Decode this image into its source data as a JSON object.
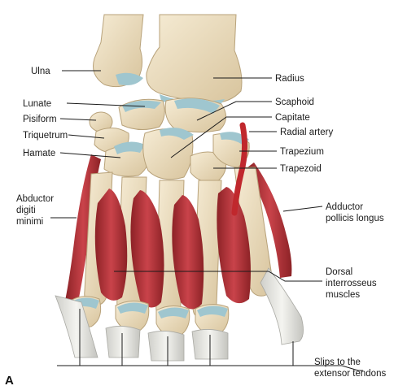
{
  "panel_letter": "A",
  "labels": {
    "ulna": "Ulna",
    "radius": "Radius",
    "lunate": "Lunate",
    "scaphoid": "Scaphoid",
    "pisiform": "Pisiform",
    "capitate": "Capitate",
    "triquetrum": "Triquetrum",
    "radial_artery": "Radial artery",
    "hamate": "Hamate",
    "trapezium": "Trapezium",
    "trapezoid": "Trapezoid",
    "abductor_digiti_minimi": [
      "Abductor",
      "digiti",
      "minimi"
    ],
    "abductor_pollicis_longus": [
      "Adductor",
      "pollicis longus"
    ],
    "dorsal_interrosseus": [
      "Dorsal",
      "interrosseus",
      "muscles"
    ],
    "slips": [
      "Slips to the",
      "extensor tendons"
    ]
  },
  "colors": {
    "bone": "#efe2c6",
    "bone_shade": "#d9c7a1",
    "cartilage": "#9fc6cf",
    "muscle": "#b8353a",
    "muscle_dark": "#8c2226",
    "tendon": "#e7e7e2",
    "artery": "#c0282d"
  }
}
